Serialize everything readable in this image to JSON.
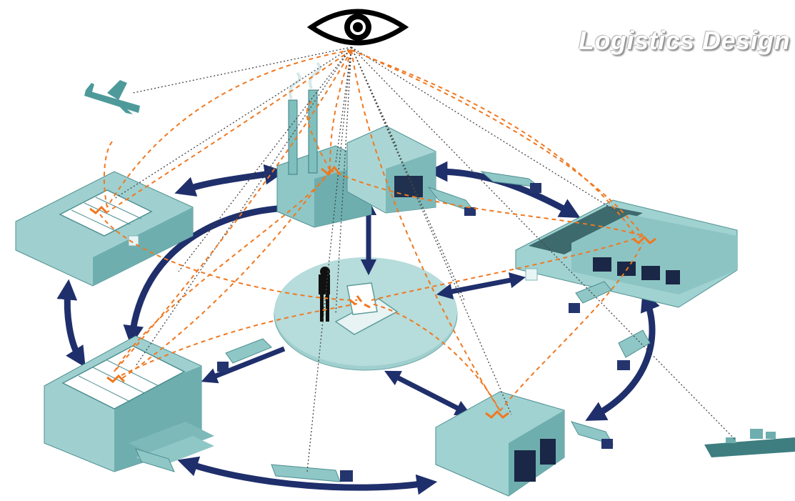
{
  "title": "Logistics Design",
  "colors": {
    "teal": "#8fc7c6",
    "teal_dark": "#4e8f91",
    "teal_light": "#bfe0df",
    "navy": "#1f2f6b",
    "orange": "#f07820",
    "dotted": "#444444",
    "eye": "#000000"
  },
  "nodes": [
    {
      "id": "control-eye",
      "icon": "eye-icon"
    },
    {
      "id": "factory",
      "icon": "factory-icon"
    },
    {
      "id": "warehouse-left",
      "icon": "warehouse-icon"
    },
    {
      "id": "distribution-center-right",
      "icon": "distribution-center-icon"
    },
    {
      "id": "plant-bottom-left",
      "icon": "plant-icon"
    },
    {
      "id": "depot-bottom-right",
      "icon": "depot-icon"
    },
    {
      "id": "planner-hub",
      "icon": "planner-icon"
    },
    {
      "id": "airplane",
      "icon": "airplane-icon"
    },
    {
      "id": "ship",
      "icon": "ship-icon"
    }
  ]
}
